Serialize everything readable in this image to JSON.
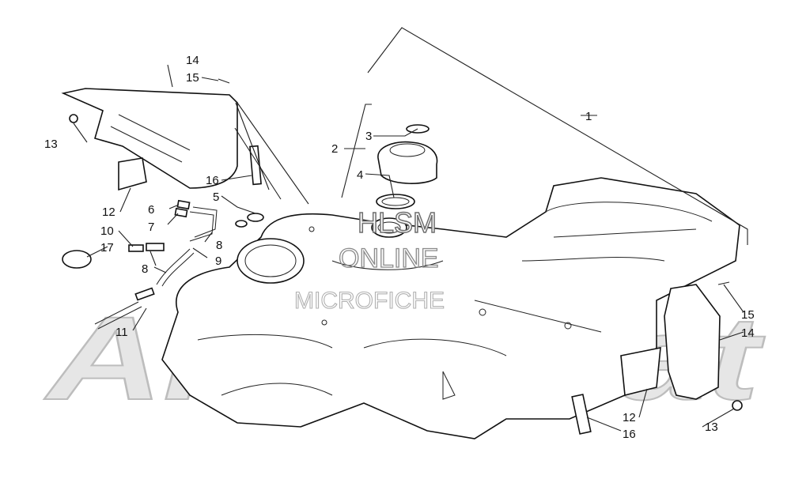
{
  "callouts": {
    "c1": "1",
    "c2": "2",
    "c3": "3",
    "c4": "4",
    "c5": "5",
    "c6": "6",
    "c7": "7",
    "c8a": "8",
    "c8b": "8",
    "c9": "9",
    "c10": "10",
    "c11": "11",
    "c12a": "12",
    "c12b": "12",
    "c13a": "13",
    "c13b": "13",
    "c14a": "14",
    "c14b": "14",
    "c15a": "15",
    "c15b": "15",
    "c16a": "16",
    "c16b": "16",
    "c17": "17"
  },
  "watermark": {
    "brand": "ArcticCat",
    "site_line1": "HLSM",
    "site_line2": "ONLINE",
    "site_line3": "MICROFICHE"
  },
  "colors": {
    "line": "#111111",
    "watermark_fill": "#e6e6e6",
    "watermark_stroke": "#bdbdbd",
    "site_text": "#9a9a9a"
  }
}
